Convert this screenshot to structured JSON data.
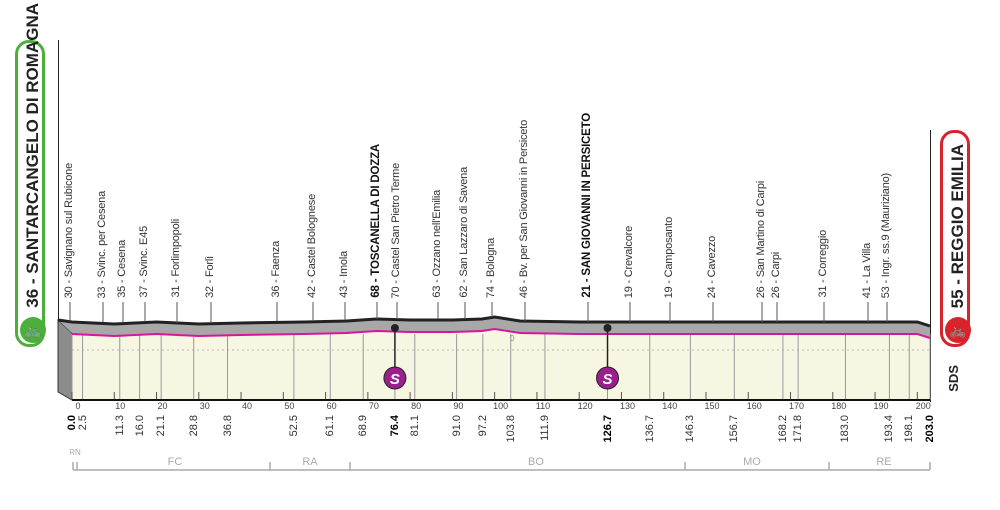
{
  "start": {
    "label": "36 - SANTARCANGELO DI ROMAGNA",
    "color": "#4caf3c"
  },
  "finish": {
    "label": "55 - REGGIO EMILIA",
    "color": "#d9232a"
  },
  "places": [
    {
      "label": "30 - Savignano sul Rubicone",
      "bold": false
    },
    {
      "label": "33 - Svinc. per Cesena",
      "bold": false
    },
    {
      "label": "35 - Cesena",
      "bold": false
    },
    {
      "label": "37 - Svinc. E45",
      "bold": false
    },
    {
      "label": "31 - Forlimpopoli",
      "bold": false
    },
    {
      "label": "32 - Forlì",
      "bold": false
    },
    {
      "label": "36 - Faenza",
      "bold": false
    },
    {
      "label": "42 - Castel Bolognese",
      "bold": false
    },
    {
      "label": "43 - Imola",
      "bold": false
    },
    {
      "label": "68 - TOSCANELLA DI DOZZA",
      "bold": true
    },
    {
      "label": "70 - Castel San Pietro Terme",
      "bold": false
    },
    {
      "label": "63 - Ozzano nell'Emilia",
      "bold": false
    },
    {
      "label": "62 - San Lazzaro di Savena",
      "bold": false
    },
    {
      "label": "74 - Bologna",
      "bold": false
    },
    {
      "label": "46 - Bv. per San Giovanni in Persiceto",
      "bold": false
    },
    {
      "label": "21 - SAN GIOVANNI IN PERSICETO",
      "bold": true
    },
    {
      "label": "19 - Crevalcore",
      "bold": false
    },
    {
      "label": "19 - Camposanto",
      "bold": false
    },
    {
      "label": "24 - Cavezzo",
      "bold": false
    },
    {
      "label": "26 - San Martino di Carpi",
      "bold": false
    },
    {
      "label": "26 - Carpi",
      "bold": false
    },
    {
      "label": "31 - Correggio",
      "bold": false
    },
    {
      "label": "41 - La Villa",
      "bold": false
    },
    {
      "label": "53 - Ingr. ss.9 (Mauriziano)",
      "bold": false
    }
  ],
  "km_marks": [
    {
      "v": "0.0",
      "km": 0,
      "bold": true
    },
    {
      "v": "2.5",
      "km": 2.5
    },
    {
      "v": "11.3",
      "km": 11.3
    },
    {
      "v": "16.0",
      "km": 16.0
    },
    {
      "v": "21.1",
      "km": 21.1
    },
    {
      "v": "28.8",
      "km": 28.8
    },
    {
      "v": "36.8",
      "km": 36.8
    },
    {
      "v": "52.5",
      "km": 52.5
    },
    {
      "v": "61.1",
      "km": 61.1
    },
    {
      "v": "68.9",
      "km": 68.9
    },
    {
      "v": "76.4",
      "km": 76.4,
      "bold": true
    },
    {
      "v": "81.1",
      "km": 81.1
    },
    {
      "v": "91.0",
      "km": 91.0
    },
    {
      "v": "97.2",
      "km": 97.2
    },
    {
      "v": "103.8",
      "km": 103.8
    },
    {
      "v": "111.9",
      "km": 111.9
    },
    {
      "v": "126.7",
      "km": 126.7,
      "bold": true
    },
    {
      "v": "136.7",
      "km": 136.7
    },
    {
      "v": "146.3",
      "km": 146.3
    },
    {
      "v": "156.7",
      "km": 156.7
    },
    {
      "v": "168.2",
      "km": 168.2
    },
    {
      "v": "171.8",
      "km": 171.8
    },
    {
      "v": "183.0",
      "km": 183.0
    },
    {
      "v": "193.4",
      "km": 193.4
    },
    {
      "v": "198.1",
      "km": 198.1
    },
    {
      "v": "203.0",
      "km": 203.0,
      "bold": true
    }
  ],
  "axis_ticks": [
    "0",
    "10",
    "20",
    "30",
    "40",
    "50",
    "60",
    "70",
    "80",
    "90",
    "100",
    "110",
    "120",
    "130",
    "140",
    "150",
    "160",
    "170",
    "180",
    "190",
    "200"
  ],
  "zero_label": "0",
  "sprints": [
    {
      "km": 76.4,
      "icon": "S"
    },
    {
      "km": 126.7,
      "icon": "S"
    }
  ],
  "regions": [
    "RN",
    "FC",
    "RA",
    "BO",
    "MO",
    "RE"
  ],
  "logo": "SDS",
  "colors": {
    "magenta": "#d8169b",
    "sprint": "#9b1f8c",
    "plot": "#f7f6e2",
    "ridge": "#a8a8a8"
  }
}
